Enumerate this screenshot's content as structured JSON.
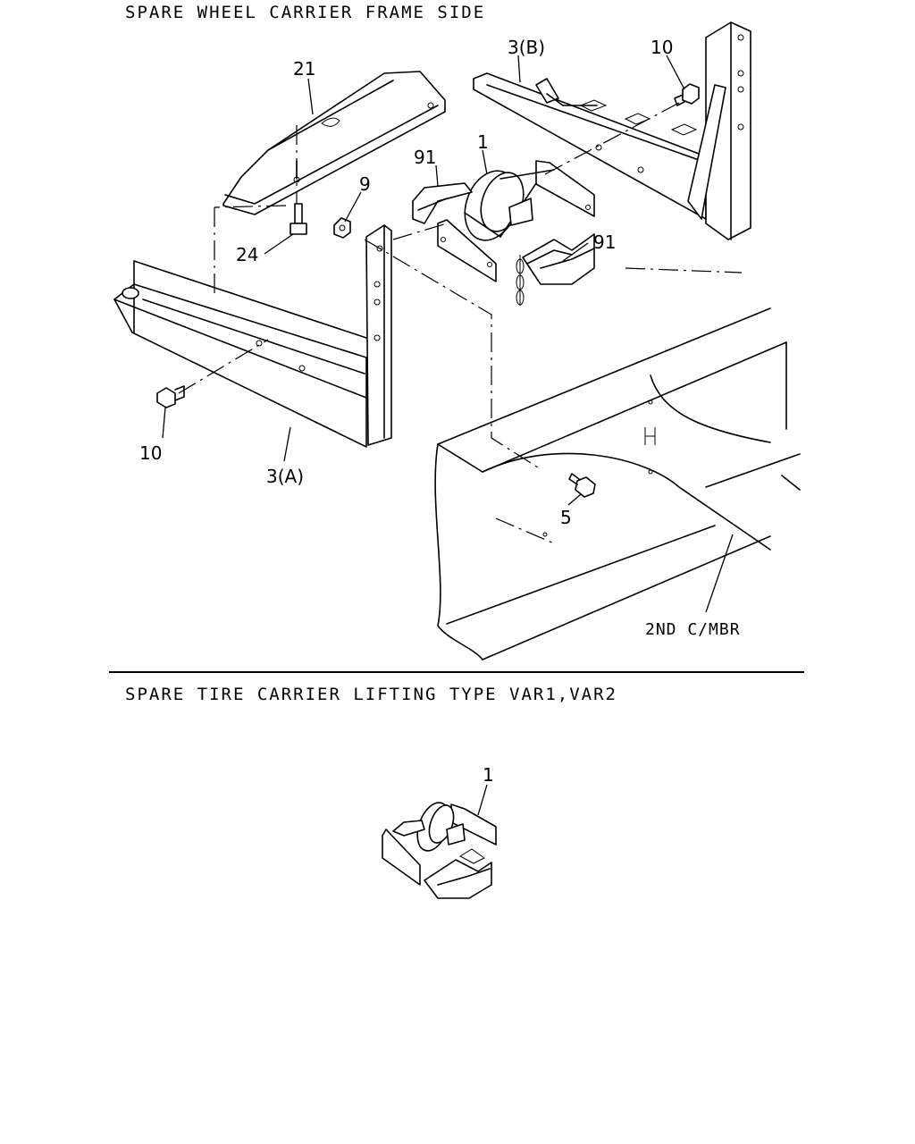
{
  "sections": {
    "top_title": "SPARE WHEEL CARRIER FRAME SIDE",
    "bottom_title": "SPARE TIRE CARRIER LIFTING TYPE VAR1,VAR2"
  },
  "callouts": {
    "c21": "21",
    "c3b": "3(B)",
    "c10_top": "10",
    "c1_top": "1",
    "c91_left": "91",
    "c9": "9",
    "c24": "24",
    "c91_right": "91",
    "c10_left": "10",
    "c3a": "3(A)",
    "c5": "5",
    "c2nd": "2ND C/MBR",
    "c1_bottom": "1"
  }
}
